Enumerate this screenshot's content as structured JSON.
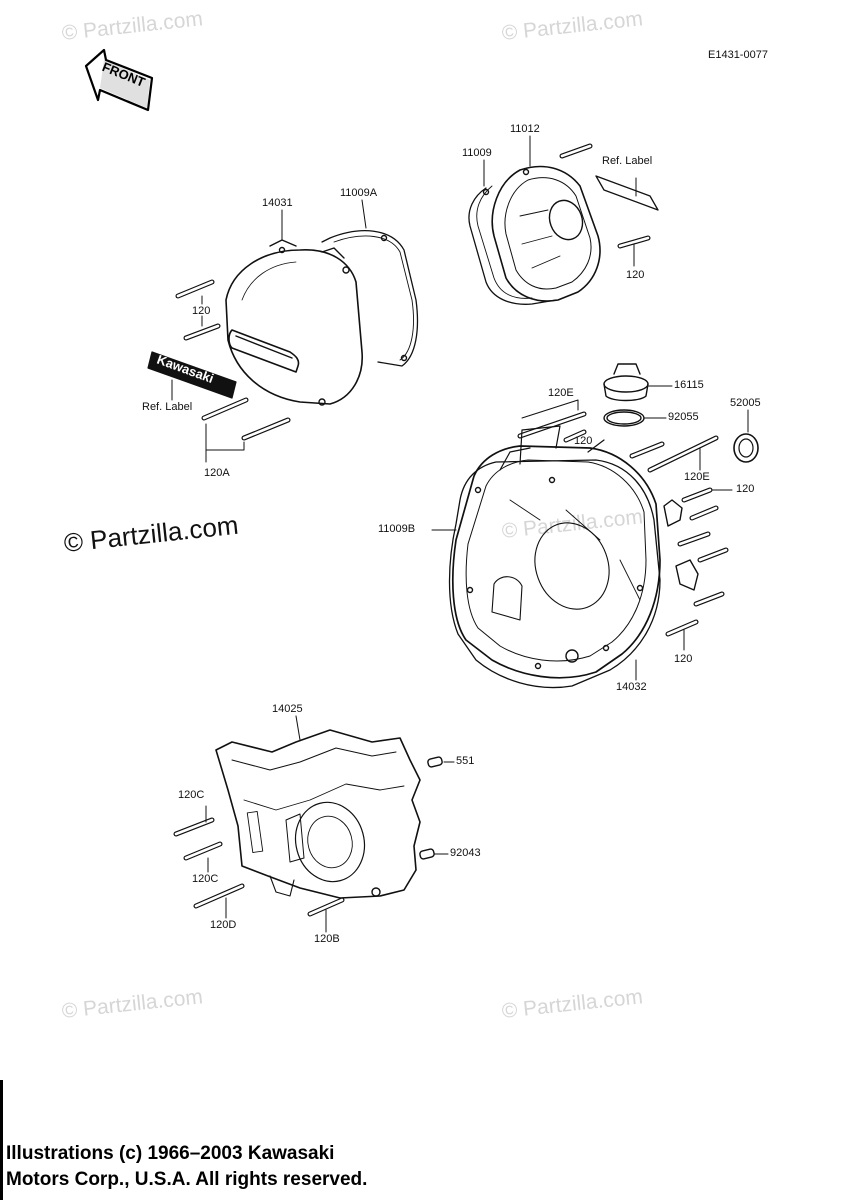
{
  "diagram_code": "E1431-0077",
  "front_arrow_label": "FRONT",
  "watermark": "© Partzilla.com",
  "emblem_text": "Kawasaki",
  "parts": {
    "p14031": "14031",
    "p11009A": "11009A",
    "p11009": "11009",
    "p11012": "11012",
    "ref_label_top": "Ref.  Label",
    "p120_top_right": "120",
    "p120_left": "120",
    "ref_label_left": "Ref.  Label",
    "p120A": "120A",
    "p120E_top": "120E",
    "p16115": "16115",
    "p92055": "92055",
    "p52005": "52005",
    "p120_mid": "120",
    "p120E_right": "120E",
    "p120_right": "120",
    "p11009B": "11009B",
    "p120_bottom_right": "120",
    "p14032": "14032",
    "p14025": "14025",
    "p551": "551",
    "p120C_top": "120C",
    "p92043": "92043",
    "p120C_bottom": "120C",
    "p120D": "120D",
    "p120B": "120B"
  },
  "footer": {
    "line1": "Illustrations (c) 1966–2003 Kawasaki",
    "line2": "Motors Corp., U.S.A.  All rights reserved."
  }
}
